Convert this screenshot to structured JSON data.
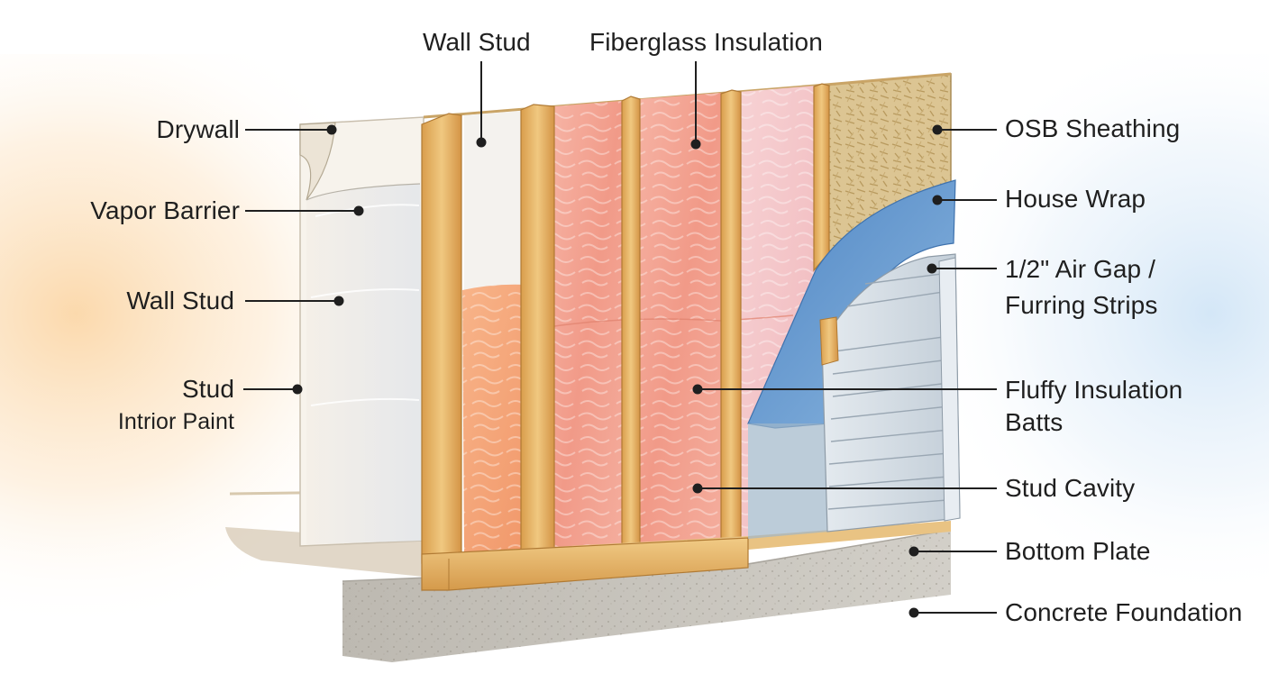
{
  "labels": {
    "top_wall_stud": "Wall Stud",
    "top_fiberglass": "Fiberglass Insulation",
    "left_drywall": "Drywall",
    "left_vapor_barrier": "Vapor Barrier",
    "left_wall_stud": "Wall Stud",
    "left_stud": "Stud",
    "left_intrior_paint": "Intrior Paint",
    "right_osb": "OSB Sheathing",
    "right_house_wrap": "House Wrap",
    "right_air_gap_line1": "1/2\" Air Gap /",
    "right_air_gap_line2": "Furring Strips",
    "right_fluffy_line1": "Fluffy Insulation",
    "right_fluffy_line2": "Batts",
    "right_stud_cavity": "Stud Cavity",
    "right_bottom_plate": "Bottom Plate",
    "right_concrete": "Concrete Foundation"
  },
  "colors": {
    "stud_wood": "#e9b868",
    "insulation_pink": "#f3a08e",
    "insulation_orange": "#f4a574",
    "osb": "#d8c08f",
    "house_wrap": "#6f9fd0",
    "siding": "#d4dde5",
    "concrete": "#c9c6bf",
    "vapor_barrier": "#eef0f2",
    "leader_line": "#1f1f1f"
  }
}
